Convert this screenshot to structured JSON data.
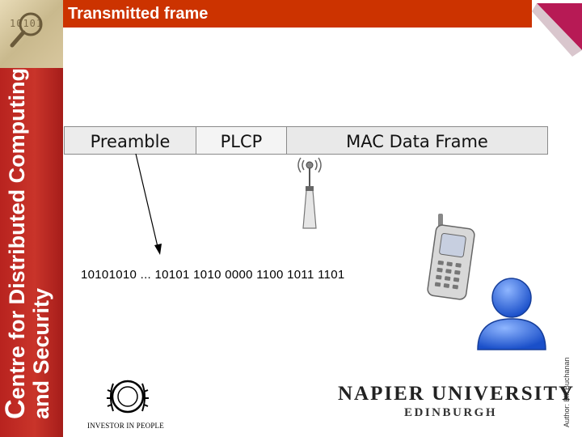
{
  "sidebar": {
    "line1_cap": "C",
    "line1_rest": "entre for Distributed Computing",
    "line2": "and Security",
    "corner_digits": "10101"
  },
  "slide": {
    "title": "Transmitted frame"
  },
  "frame": {
    "fields": [
      "Preamble",
      "PLCP",
      "MAC Data Frame"
    ]
  },
  "bitstream": "10101010 ... 10101 1010 0000 1100 1011 1101",
  "footer": {
    "author": "Author: Bill Buchanan",
    "investor_label": "INVESTOR IN PEOPLE",
    "university": "NAPIER UNIVERSITY",
    "city": "EDINBURGH"
  },
  "icons": [
    "antenna-icon",
    "mobile-phone-icon",
    "user-icon",
    "investor-in-people-logo",
    "magnifier-icon"
  ],
  "colors": {
    "title_bar": "#cc3300",
    "sidebar": "#b8231f",
    "corner_tab": "#b71a55"
  }
}
